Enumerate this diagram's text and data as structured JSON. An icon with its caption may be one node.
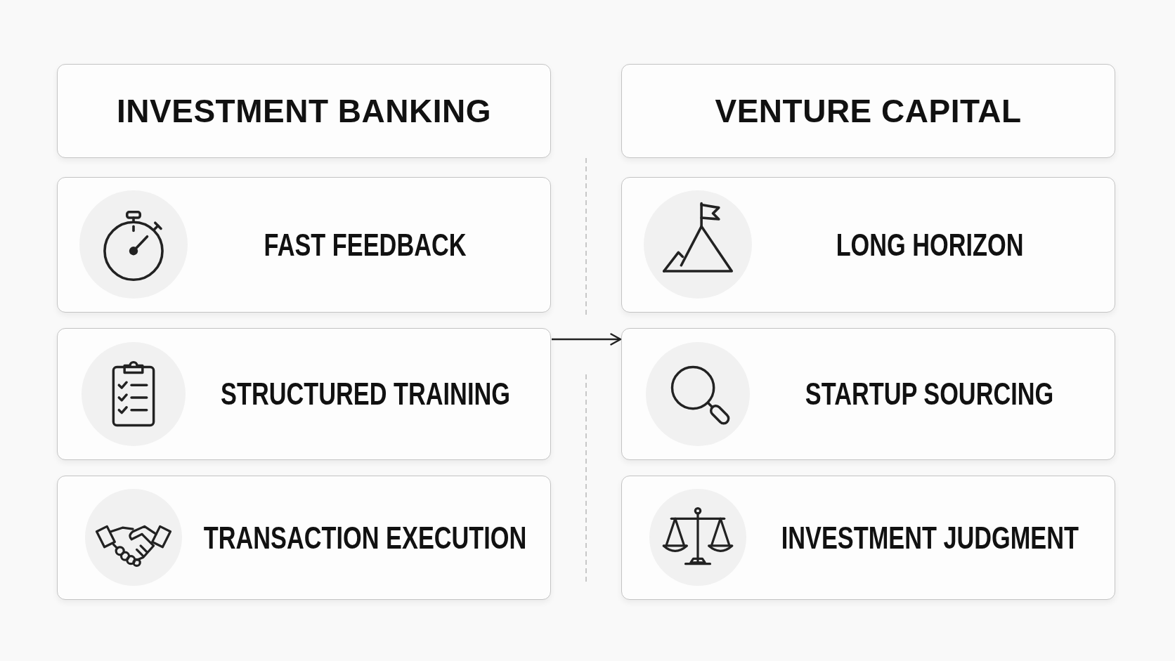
{
  "diagram": {
    "nodes": [
      {
        "text": [
          "INVESTMENT BANKING"
        ]
      },
      {
        "text": [
          "FAST FEEDBACK"
        ]
      },
      {
        "text": [
          "STRUCTURED TRAINING"
        ]
      },
      {
        "text": [
          "TRANSACTION EXECUTION"
        ]
      },
      {
        "text": [
          "VENTURE CAPITAL"
        ]
      },
      {
        "text": [
          "LONG HORIZON"
        ]
      },
      {
        "text": [
          "STARTUP SOURCING"
        ]
      },
      {
        "text": [
          "INVESTMENT JUDGMENT"
        ]
      }
    ],
    "edges": [
      {
        "from": 2,
        "to": 6,
        "arrow": "to"
      }
    ]
  }
}
